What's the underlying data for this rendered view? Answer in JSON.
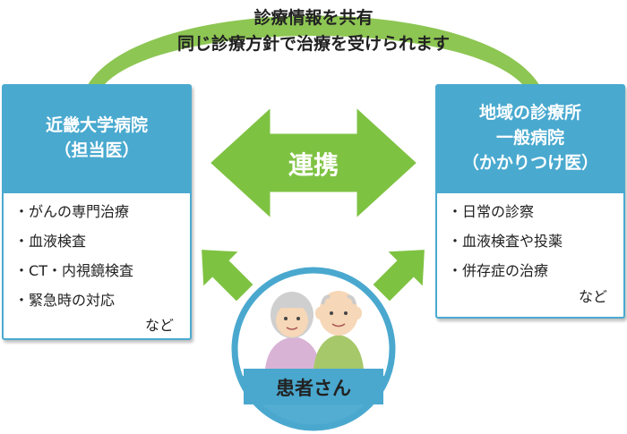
{
  "banner": {
    "line1": "診療情報を共有",
    "line2": "同じ診療方針で治療を受けられます"
  },
  "left_box": {
    "title_line1": "近畿大学病院",
    "title_line2": "（担当医）",
    "items": [
      "がんの専門治療",
      "血液検査",
      "CT・内視鏡検査",
      "緊急時の対応"
    ],
    "etc": "など"
  },
  "right_box": {
    "title_line1": "地域の診療所",
    "title_line2": "一般病院",
    "title_line3": "（かかりつけ医）",
    "items": [
      "日常の診察",
      "血液検査や投薬",
      "併存症の治療"
    ],
    "etc": "など"
  },
  "center_arrow": {
    "label": "連携"
  },
  "patient": {
    "label": "患者さん"
  },
  "colors": {
    "box_header": "#49a9cf",
    "box_border": "#4aaad0",
    "green": "#7ec242",
    "arc_green": "#8dc653",
    "patient_circle": "#4aa8cf"
  }
}
